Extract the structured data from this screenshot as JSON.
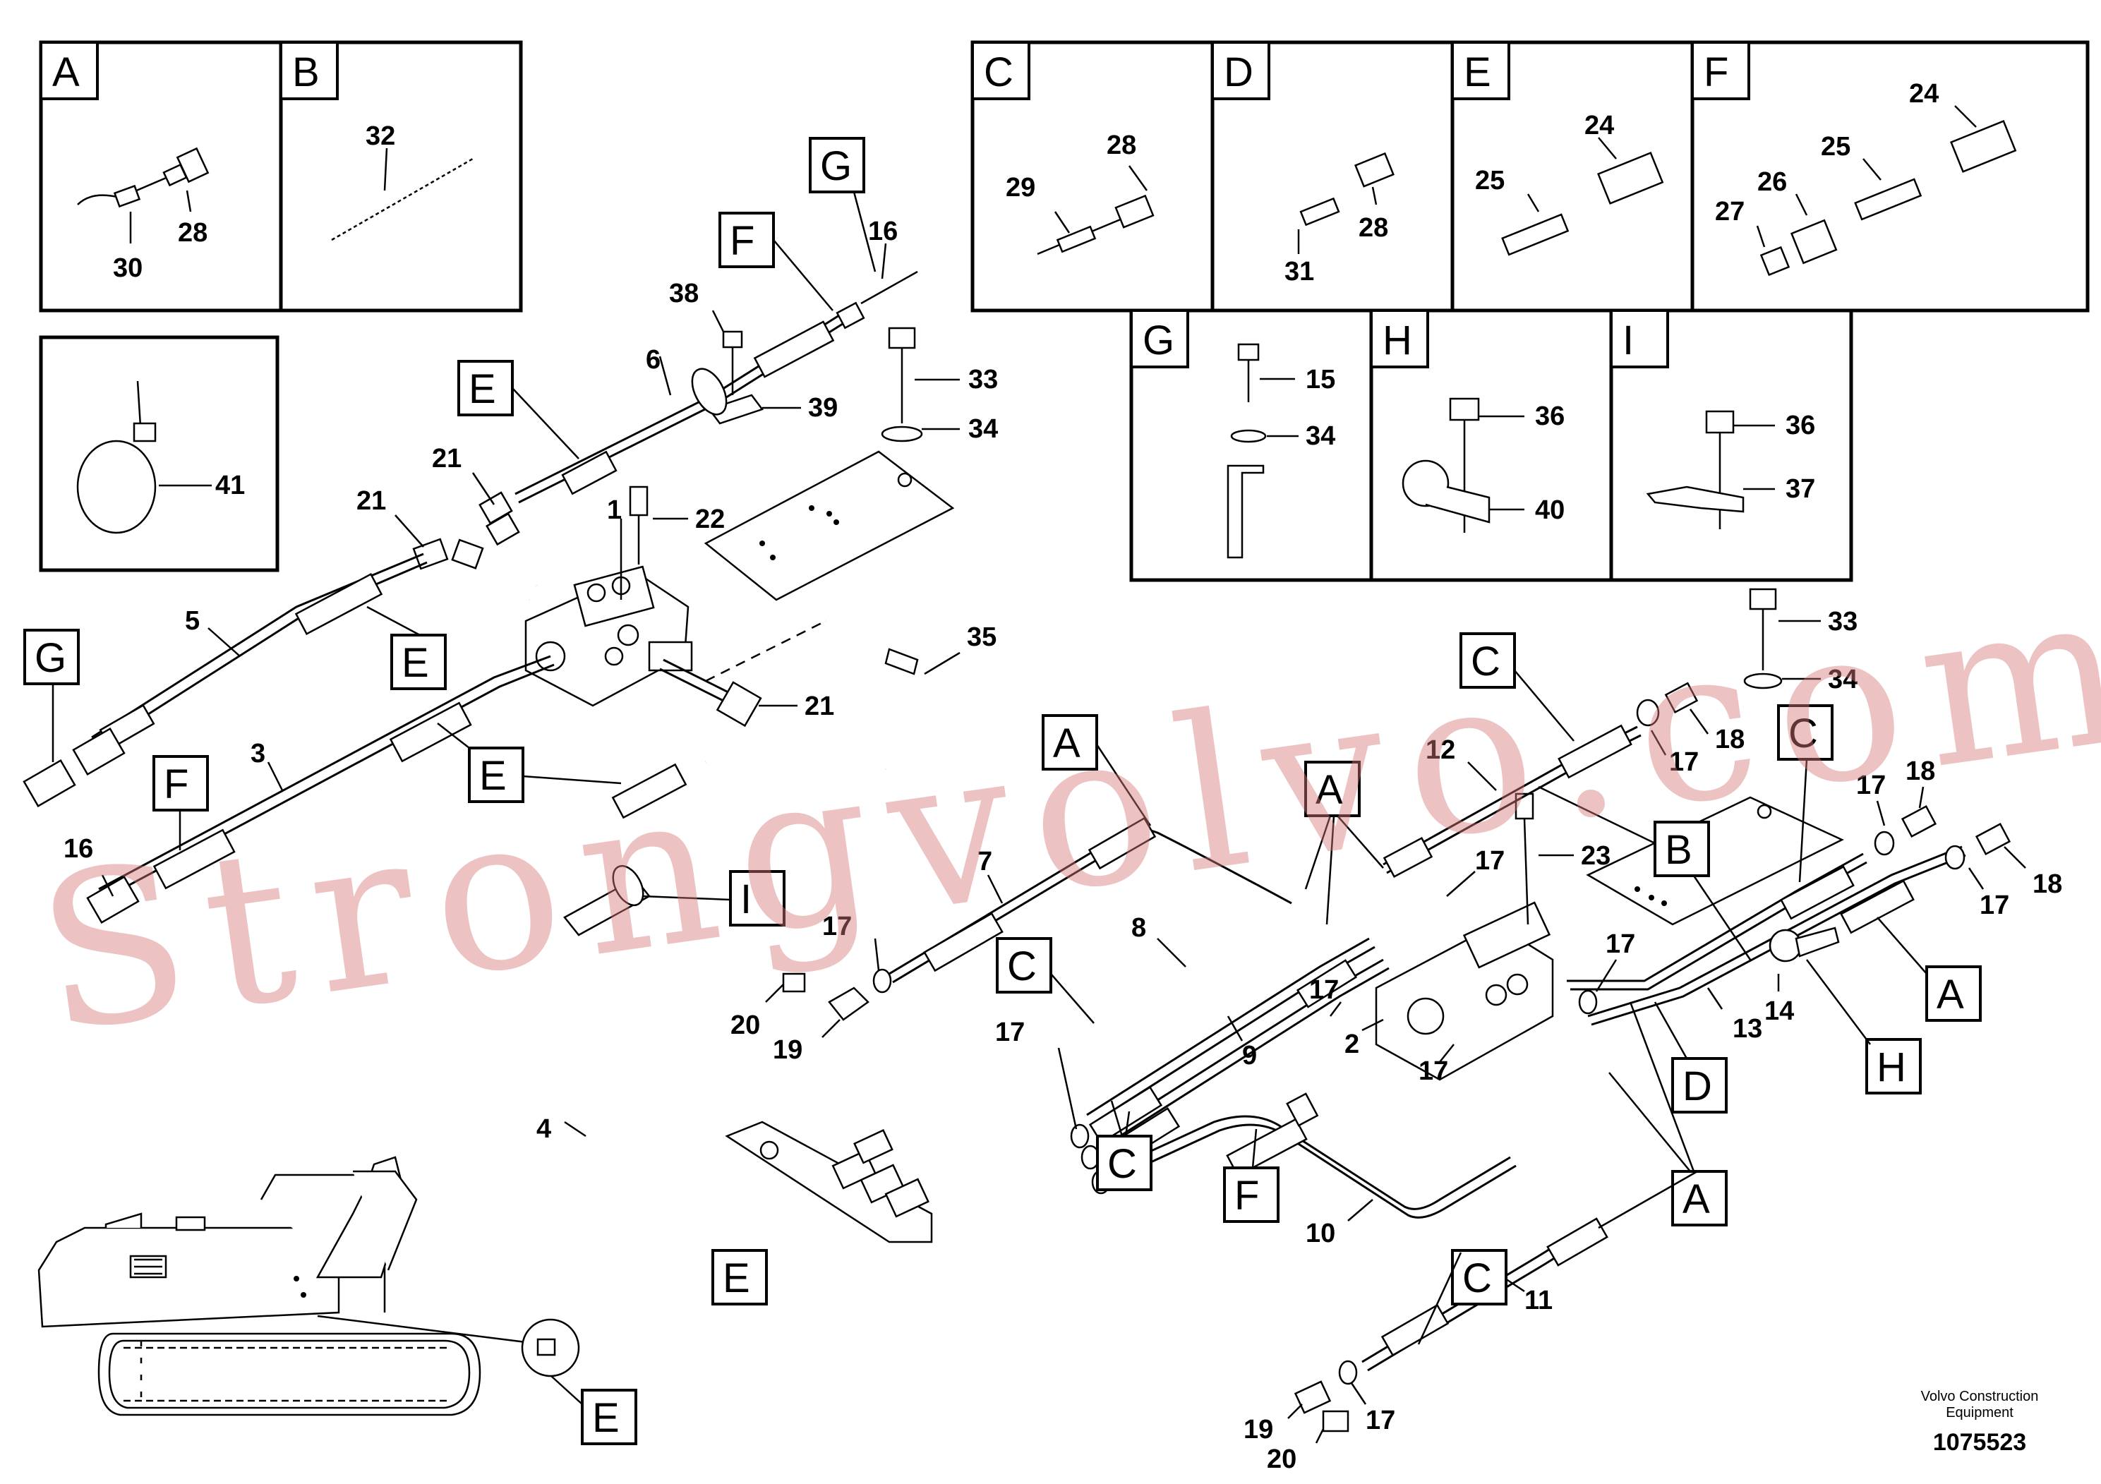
{
  "detail_boxes": [
    {
      "letter": "A",
      "parts": [
        "30",
        "28"
      ]
    },
    {
      "letter": "B",
      "parts": [
        "32"
      ]
    },
    {
      "letter": "C",
      "parts": [
        "29",
        "28"
      ]
    },
    {
      "letter": "D",
      "parts": [
        "31",
        "28"
      ]
    },
    {
      "letter": "E",
      "parts": [
        "25",
        "24"
      ]
    },
    {
      "letter": "F",
      "parts": [
        "27",
        "26",
        "25",
        "24"
      ]
    },
    {
      "letter": "G",
      "parts": [
        "15",
        "34"
      ]
    },
    {
      "letter": "H",
      "parts": [
        "36",
        "40"
      ]
    },
    {
      "letter": "I",
      "parts": [
        "36",
        "37"
      ]
    }
  ],
  "tie_box": {
    "part": "41"
  },
  "callouts": {
    "n1": "1",
    "n2": "2",
    "n3": "3",
    "n4": "4",
    "n5": "5",
    "n6": "6",
    "n7": "7",
    "n8": "8",
    "n9": "9",
    "n10": "10",
    "n11": "11",
    "n12": "12",
    "n13": "13",
    "n14": "14",
    "n15": "15",
    "n16": "16",
    "n17": "17",
    "n18": "18",
    "n19": "19",
    "n20": "20",
    "n21": "21",
    "n22": "22",
    "n23": "23",
    "n24": "24",
    "n25": "25",
    "n26": "26",
    "n27": "27",
    "n28": "28",
    "n29": "29",
    "n30": "30",
    "n31": "31",
    "n32": "32",
    "n33": "33",
    "n34": "34",
    "n35": "35",
    "n36": "36",
    "n37": "37",
    "n38": "38",
    "n39": "39",
    "n40": "40",
    "n41": "41"
  },
  "letters": {
    "A": "A",
    "B": "B",
    "C": "C",
    "D": "D",
    "E": "E",
    "F": "F",
    "G": "G",
    "H": "H",
    "I": "I"
  },
  "footer": {
    "company_line1": "Volvo Construction",
    "company_line2": "Equipment",
    "drawing_number": "1075523"
  },
  "watermark": "Strongvolvo.com"
}
